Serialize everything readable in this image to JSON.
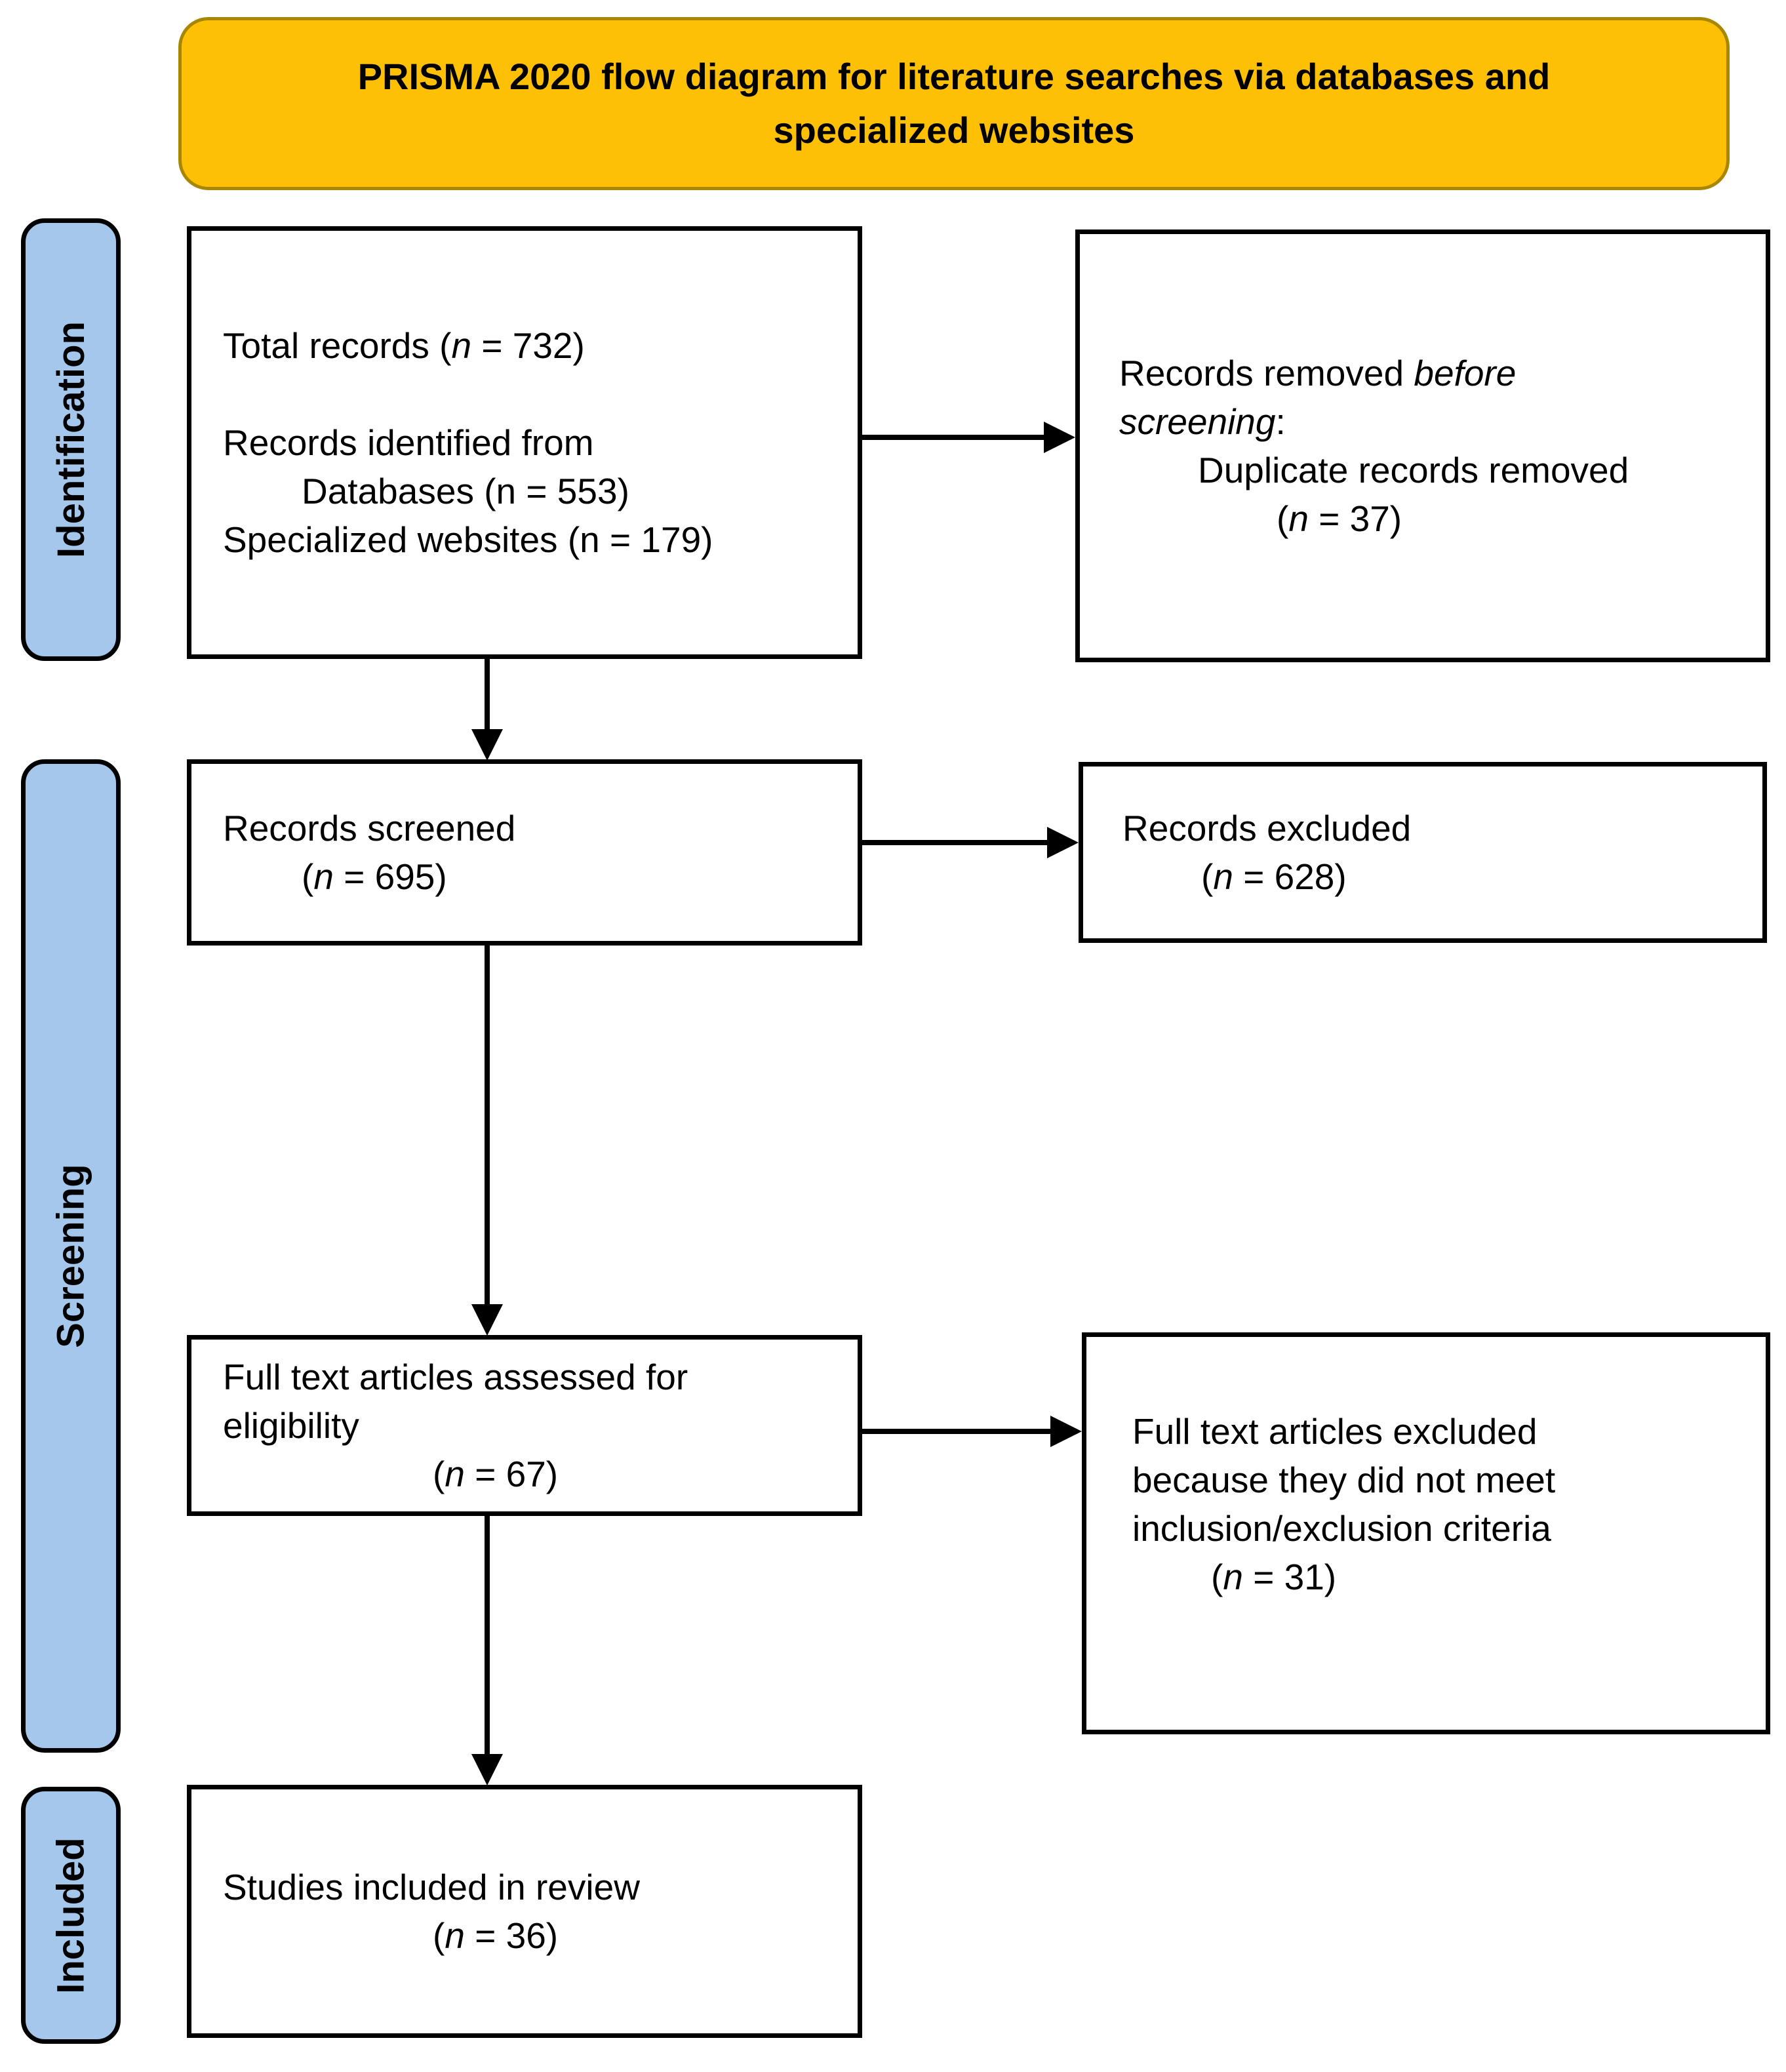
{
  "title": {
    "line1": "PRISMA 2020 flow diagram for literature searches via databases and",
    "line2": "specialized websites"
  },
  "sidebar": {
    "identification": "Identification",
    "screening": "Screening",
    "included": "Included"
  },
  "colors": {
    "banner": "#FDC004",
    "sidebar": "#A4C7EB",
    "box_border": "#000000"
  },
  "boxes": {
    "total_records": {
      "lines": [
        {
          "pre": "Total records (",
          "it": "n",
          "post": " = 732)"
        },
        {
          "pre": ""
        },
        {
          "pre": "Records identified from"
        },
        {
          "pre": "Databases (n = 553)"
        },
        {
          "pre": "Specialized websites (n = 179)"
        }
      ]
    },
    "records_removed": {
      "lines": [
        {
          "pre": "Records removed ",
          "it": "before"
        },
        {
          "it": "screening",
          "post": ":"
        },
        {
          "pre": "Duplicate records removed"
        },
        {
          "pre": "(",
          "it": "n",
          "post": " = 37)"
        }
      ]
    },
    "records_screened": {
      "lines": [
        {
          "pre": "Records screened"
        },
        {
          "pre": "(",
          "it": "n",
          "post": " = 695)"
        }
      ]
    },
    "records_excluded": {
      "lines": [
        {
          "pre": "Records excluded"
        },
        {
          "pre": "(",
          "it": "n",
          "post": " = 628)"
        }
      ]
    },
    "fulltext_assessed": {
      "lines": [
        {
          "pre": "Full text articles assessed for"
        },
        {
          "pre": "eligibility"
        },
        {
          "pre": "(",
          "it": "n",
          "post": " = 67)"
        }
      ]
    },
    "fulltext_excluded": {
      "lines": [
        {
          "pre": "Full text articles excluded"
        },
        {
          "pre": "because they did not meet"
        },
        {
          "pre": "inclusion/exclusion criteria"
        },
        {
          "pre": "(",
          "it": "n",
          "post": " = 31)"
        }
      ]
    },
    "studies_included": {
      "lines": [
        {
          "pre": "Studies included in review"
        },
        {
          "pre": "(",
          "it": "n",
          "post": " = 36)"
        }
      ]
    }
  }
}
